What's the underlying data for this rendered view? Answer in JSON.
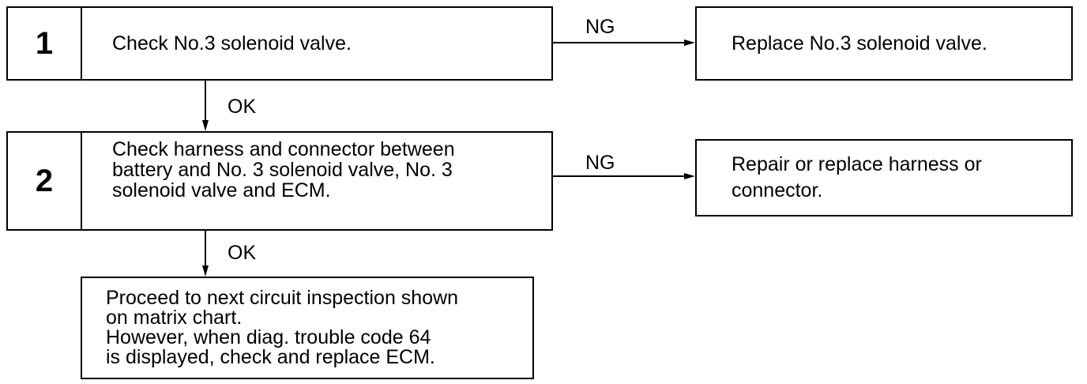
{
  "steps": [
    {
      "number": "1",
      "text": "Check No.3 solenoid valve.",
      "ng_label": "NG",
      "ng_action": "Replace No.3 solenoid valve.",
      "ok_label": "OK"
    },
    {
      "number": "2",
      "text": "Check harness and connector between\nbattery and No. 3 solenoid valve, No. 3\nsolenoid valve and ECM.",
      "ng_label": "NG",
      "ng_action": "Repair or replace harness or\nconnector.",
      "ok_label": "OK"
    }
  ],
  "final": {
    "text": "Proceed to next circuit inspection shown\non matrix chart.\nHowever, when diag. trouble code 64\nis displayed, check and replace ECM."
  }
}
